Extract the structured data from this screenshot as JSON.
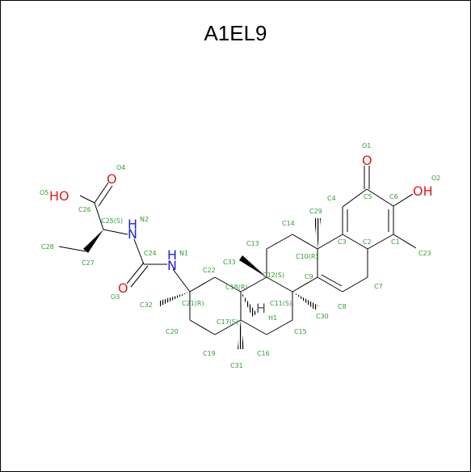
{
  "title": "A1EL9",
  "colors": {
    "bond": "#000000",
    "atom_label": "#2e9e2e",
    "oxygen": "#e21b1b",
    "nitrogen": "#1f1fd6",
    "hydrogen": "#5a5a5a"
  },
  "hetero_atoms": {
    "o_ketone": "O",
    "o_hydroxyl": "OH",
    "ho_acid": "HO",
    "o_acid": "O",
    "o_urea": "O",
    "nh_1": "N",
    "nh_1_h": "H",
    "nh_2": "N",
    "nh_2_h": "H",
    "h_stereo": "H"
  },
  "atom_labels": {
    "O1": "O1",
    "O2": "O2",
    "O3": "O3",
    "O4": "O4",
    "O5": "O5",
    "N1": "N1",
    "N2": "N2",
    "H1": "H1",
    "C1": "C1",
    "C2": "C2",
    "C3": "C3",
    "C4": "C4",
    "C5": "C5",
    "C6": "C6",
    "C7": "C7",
    "C8": "C8",
    "C9": "C9",
    "C10": "C10(R)",
    "C11": "C11(S)",
    "C12": "C12(S)",
    "C13": "C13",
    "C14": "C14",
    "C15": "C15",
    "C16": "C16",
    "C17": "C17(S)",
    "C18": "C18(R)",
    "C19": "C19",
    "C20": "C20",
    "C21": "C21(R)",
    "C22": "C22",
    "C23": "C23",
    "C24": "C24",
    "C25": "C25(S)",
    "C26": "C26",
    "C27": "C27",
    "C28": "C28",
    "C29": "C29",
    "C30": "C30",
    "C31": "C31",
    "C32": "C32",
    "C33": "C33"
  }
}
